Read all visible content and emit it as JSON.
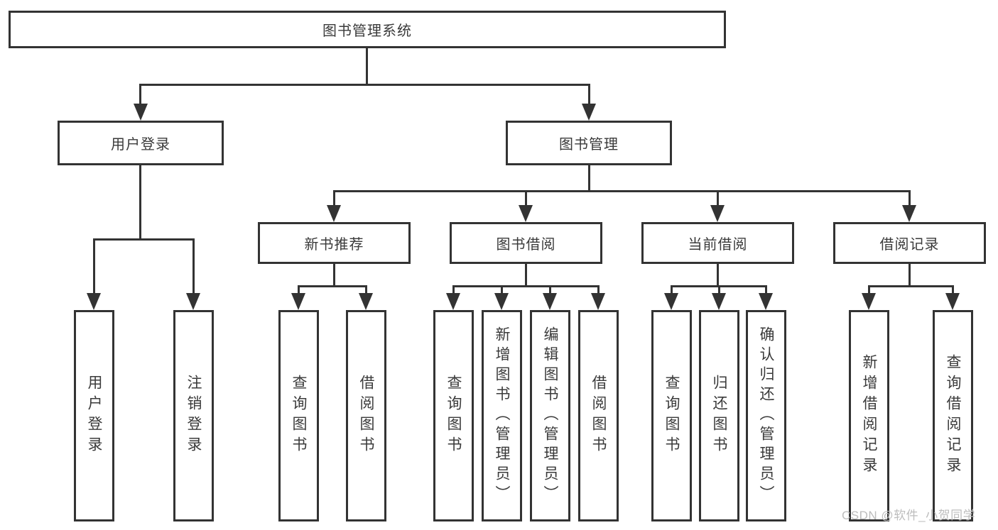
{
  "colors": {
    "line": "#333333",
    "text": "#3a3a3a",
    "background": "#ffffff",
    "watermark": "#bdbdbd"
  },
  "watermark": {
    "text": "CSDN @软件_小贺同学"
  },
  "tree": {
    "label": "图书管理系统",
    "children": [
      {
        "label": "用户登录",
        "children": [
          {
            "label": "用户登录"
          },
          {
            "label": "注销登录"
          }
        ]
      },
      {
        "label": "图书管理",
        "children": [
          {
            "label": "新书推荐",
            "children": [
              {
                "label": "查询图书"
              },
              {
                "label": "借阅图书"
              }
            ]
          },
          {
            "label": "图书借阅",
            "children": [
              {
                "label": "查询图书"
              },
              {
                "label": "新增图书（管理员）"
              },
              {
                "label": "编辑图书（管理员）"
              },
              {
                "label": "借阅图书"
              }
            ]
          },
          {
            "label": "当前借阅",
            "children": [
              {
                "label": "查询图书"
              },
              {
                "label": "归还图书"
              },
              {
                "label": "确认归还（管理员）"
              }
            ]
          },
          {
            "label": "借阅记录",
            "children": [
              {
                "label": "新增借阅记录"
              },
              {
                "label": "查询借阅记录"
              }
            ]
          }
        ]
      }
    ]
  }
}
